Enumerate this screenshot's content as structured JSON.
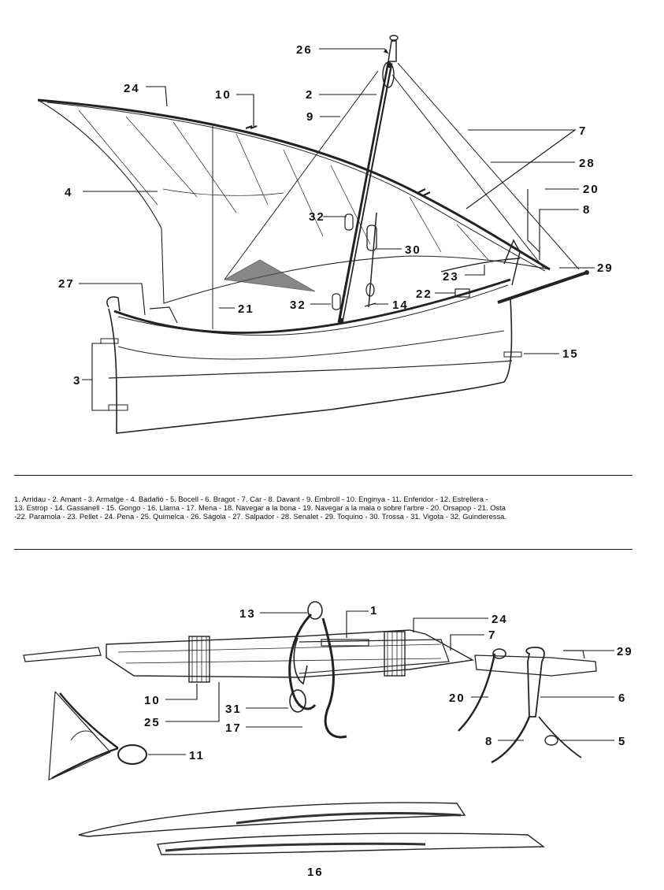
{
  "legend_lines": [
    "1. Arridau - 2. Amant - 3. Armatge - 4. Badafió - 5. Bocell - 6. Bragot - 7. Car - 8. Davant - 9. Embroll - 10. Enginya - 11. Enferidor - 12. Estrellera -",
    "13. Estrop - 14. Gassanell - 15. Gongo - 16. Llama - 17. Mena - 18. Navegar a la bona - 19. Navegar a la mala o sobre l'arbre - 20. Orsapop - 21. Osta",
    "-22. Paramola - 23. Pellet - 24. Pena - 25. Quimelca - 26. Ságola - 27. Salpador - 28. Senalet - 29. Toquino - 30. Trossa - 31. Vigota - 32. Guinderessa."
  ],
  "boat_labels": {
    "l26": "26",
    "l24": "24",
    "l10": "10",
    "l2": "2",
    "l9": "9",
    "l7": "7",
    "l28": "28",
    "l4": "4",
    "l20": "20",
    "l8": "8",
    "l32a": "32",
    "l30": "30",
    "l29": "29",
    "l23": "23",
    "l27": "27",
    "l22": "22",
    "l21": "21",
    "l32b": "32",
    "l14": "14",
    "l15": "15",
    "l3": "3"
  },
  "detail_labels": {
    "l13": "13",
    "l1": "1",
    "l24": "24",
    "l7": "7",
    "l29": "29",
    "l10": "10",
    "l25": "25",
    "l31": "31",
    "l17": "17",
    "l20": "20",
    "l6": "6",
    "l8": "8",
    "l5": "5",
    "l11": "11",
    "l16": "16"
  }
}
